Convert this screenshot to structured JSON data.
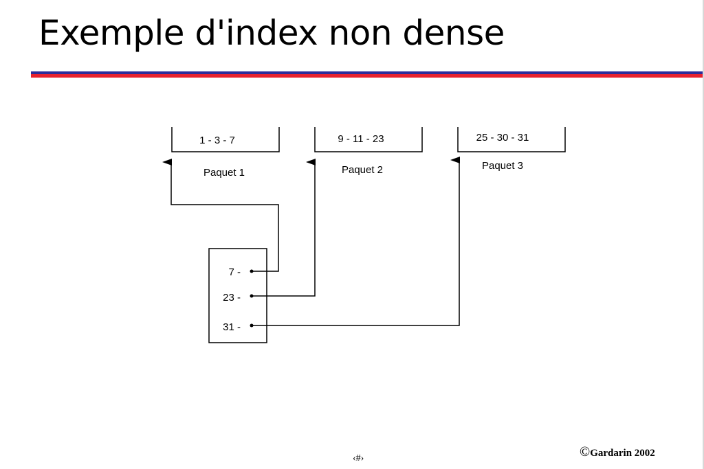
{
  "slide": {
    "title": "Exemple d'index non dense",
    "page_number": "‹#›",
    "copyright_symbol": "©",
    "copyright_text": "Gardarin 2002"
  },
  "colors": {
    "rule_blue": "#2c2c9a",
    "rule_red": "#e8222e"
  },
  "diagram": {
    "buckets": [
      {
        "keys": "1 - 3 - 7",
        "label": "Paquet 1"
      },
      {
        "keys": "9 - 11 - 23",
        "label": "Paquet 2"
      },
      {
        "keys": "25 - 30 - 31",
        "label": "Paquet 3"
      }
    ],
    "index_entries": [
      {
        "key": "7 -",
        "points_to": "Paquet 1"
      },
      {
        "key": "23 -",
        "points_to": "Paquet 2"
      },
      {
        "key": "31 -",
        "points_to": "Paquet 3"
      }
    ]
  }
}
